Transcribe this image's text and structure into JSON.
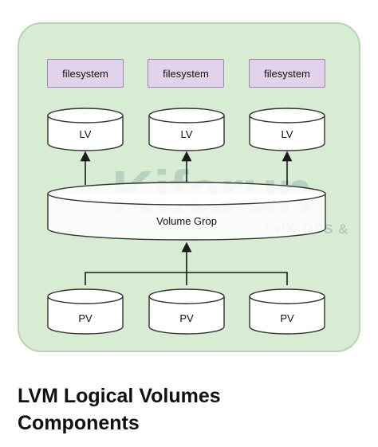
{
  "diagram": {
    "filesystems": [
      "filesystem",
      "filesystem",
      "filesystem"
    ],
    "logical_volumes": [
      "LV",
      "LV",
      "LV"
    ],
    "volume_group": "Volume Grop",
    "physical_volumes": [
      "PV",
      "PV",
      "PV"
    ],
    "colors": {
      "panel_bg": "#d8ebd3",
      "filesystem_fill": "#e2d3ec",
      "filesystem_border": "#9f85b4",
      "cylinder_fill": "#ffffff",
      "line": "#1a1a1a"
    },
    "watermark": {
      "text": "Kifarun",
      "subtext": "*NIX TIPS &"
    }
  },
  "caption": {
    "line1": "LVM Logical Volumes",
    "line2": "Components"
  }
}
